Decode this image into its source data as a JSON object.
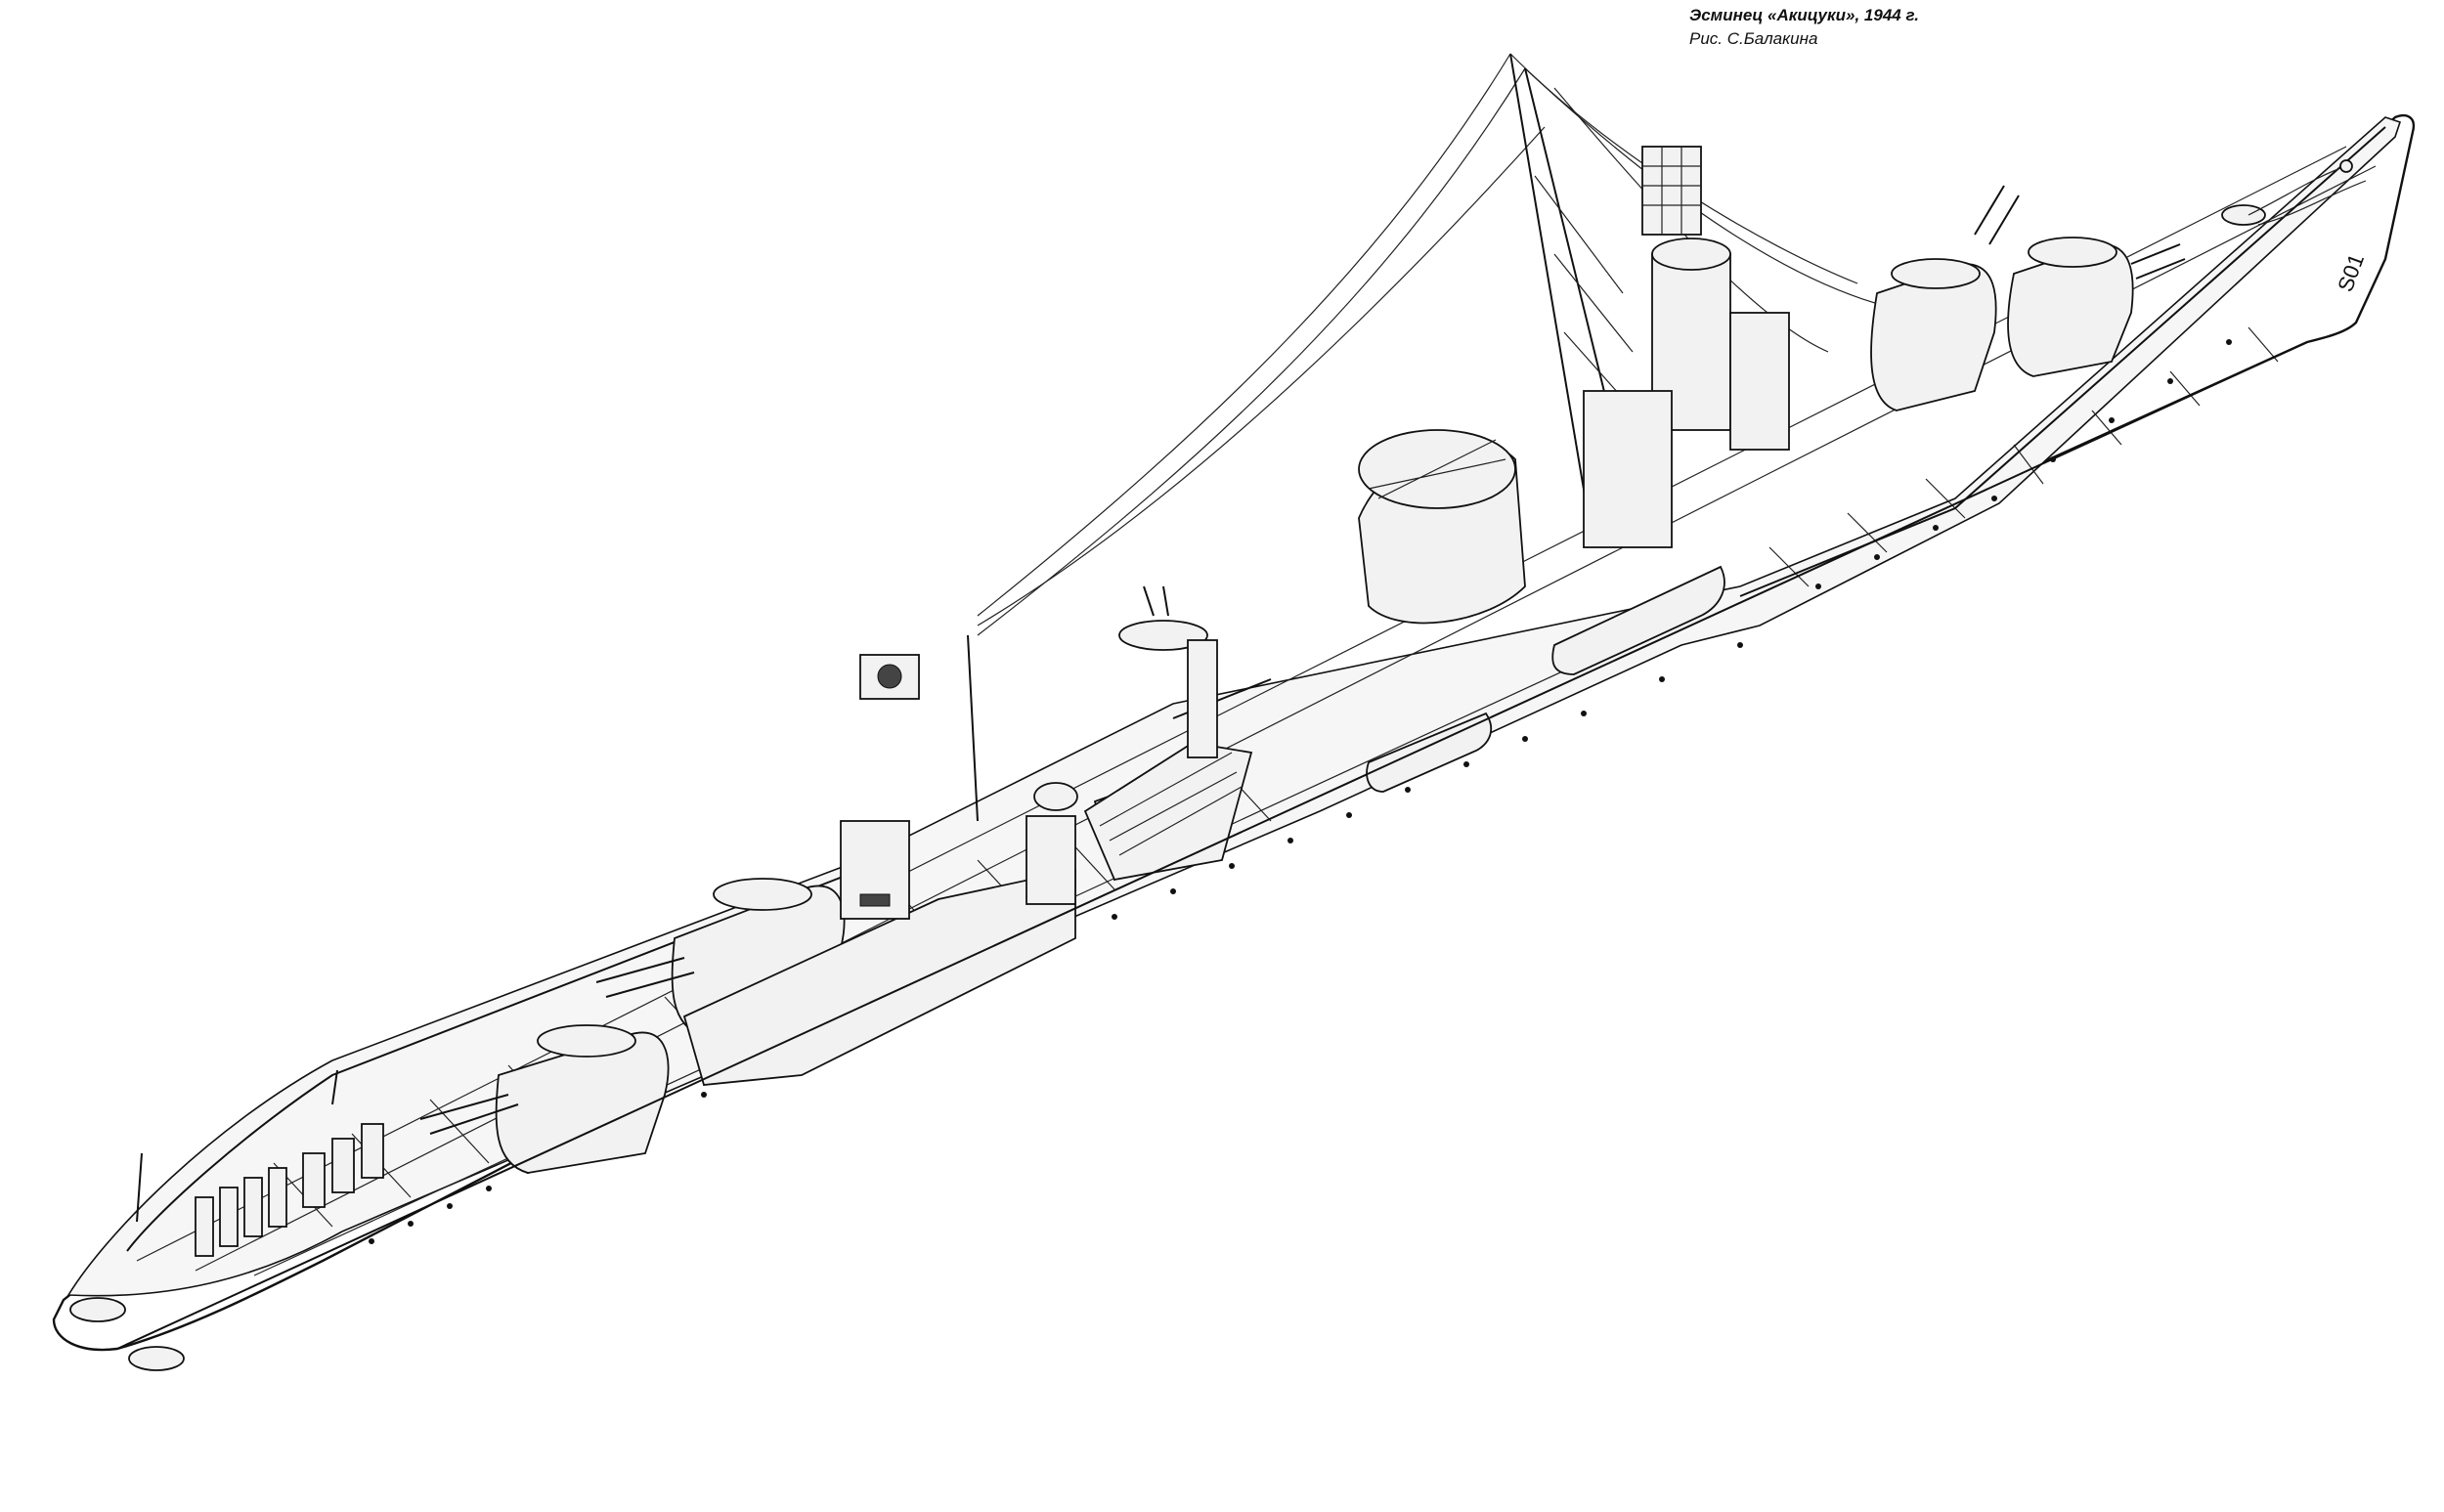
{
  "caption": {
    "title": "Эсминец «Акицуки», 1944 г.",
    "credit": "Рис. С.Балакина"
  },
  "hull_number": "S01",
  "colors": {
    "ink": "#111111",
    "paper": "#ffffff",
    "deck_fill": "#f6f6f6",
    "flag_red": "#222222"
  }
}
